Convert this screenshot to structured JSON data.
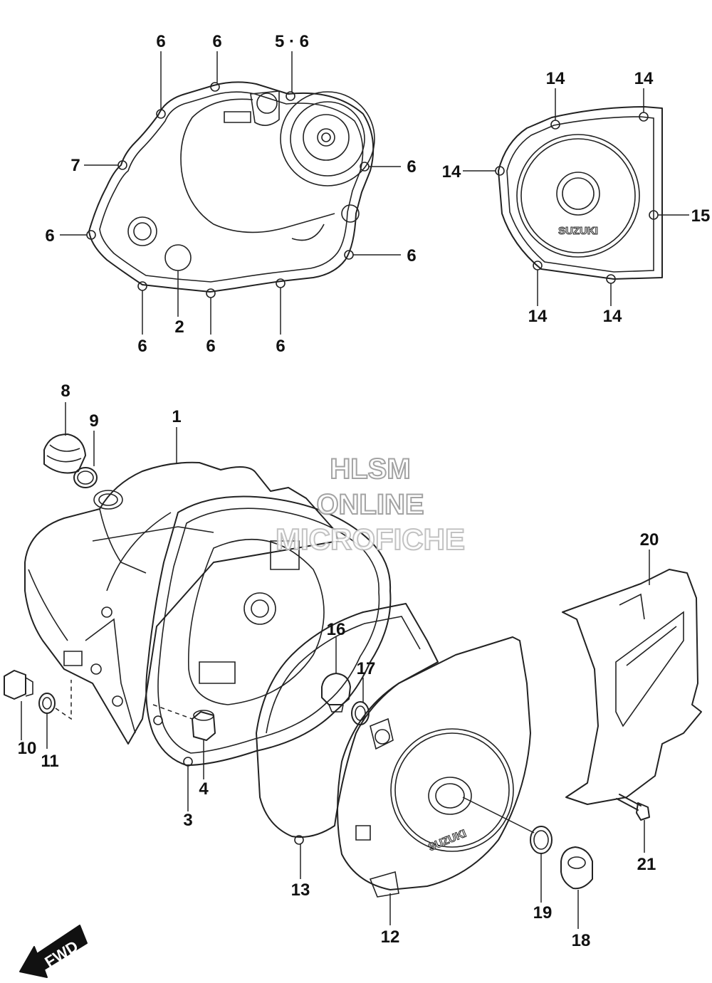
{
  "watermark": {
    "line1": "HLSM",
    "line2": "ONLINE",
    "line3": "MICROFICHE",
    "color": "#c8c8c8"
  },
  "brand_text": "SUZUKI",
  "fwd_label": "FWD",
  "parts": {
    "p1": "1",
    "p2": "2",
    "p3": "3",
    "p4": "4",
    "p5_6": "5 · 6",
    "p6": "6",
    "p7": "7",
    "p8": "8",
    "p9": "9",
    "p10": "10",
    "p11": "11",
    "p12": "12",
    "p13": "13",
    "p14": "14",
    "p15": "15",
    "p16": "16",
    "p17": "17",
    "p18": "18",
    "p19": "19",
    "p20": "20",
    "p21": "21"
  }
}
